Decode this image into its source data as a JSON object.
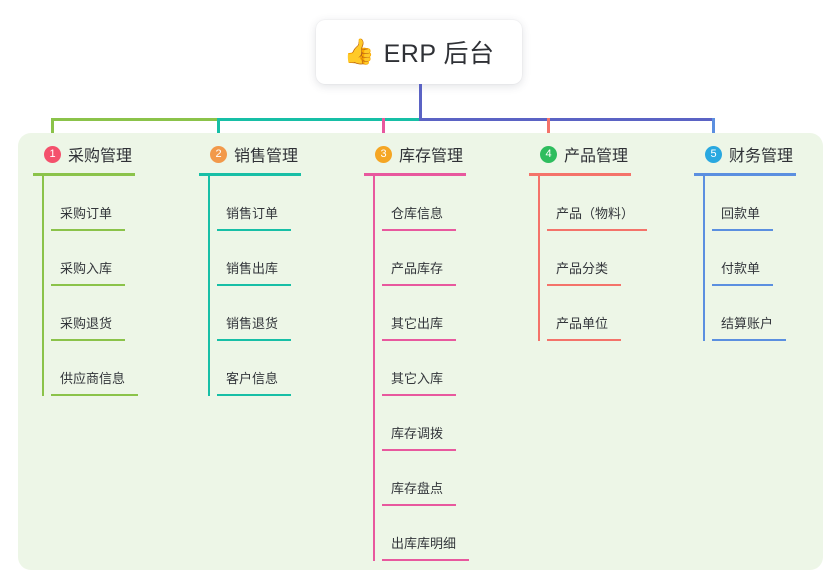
{
  "root": {
    "icon": "thumbs-up-icon",
    "emoji": "👍",
    "title": "ERP 后台"
  },
  "theme": {
    "panel_background": "#EDF6E7",
    "page_background": "#FFFFFF",
    "root_card_background": "#FFFFFF",
    "root_connector_color": "#5B63C4",
    "text_color": "#2F3136"
  },
  "bus": {
    "segments": [
      {
        "name": "bus-green",
        "color": "#8BC34A"
      },
      {
        "name": "bus-teal",
        "color": "#17BFA6"
      },
      {
        "name": "bus-blue",
        "color": "#5B63C4"
      }
    ]
  },
  "columns": [
    {
      "number": "1",
      "title": "采购管理",
      "badge_color": "#F4516C",
      "line_color": "#8BC34A",
      "drop_color": "#8BC34A",
      "items": [
        {
          "label": "采购订单"
        },
        {
          "label": "采购入库"
        },
        {
          "label": "采购退货"
        },
        {
          "label": "供应商信息"
        }
      ]
    },
    {
      "number": "2",
      "title": "销售管理",
      "badge_color": "#F2994A",
      "line_color": "#17BFA6",
      "drop_color": "#17BFA6",
      "items": [
        {
          "label": "销售订单"
        },
        {
          "label": "销售出库"
        },
        {
          "label": "销售退货"
        },
        {
          "label": "客户信息"
        }
      ]
    },
    {
      "number": "3",
      "title": "库存管理",
      "badge_color": "#F5A623",
      "line_color": "#E8589E",
      "drop_color": "#E8589E",
      "items": [
        {
          "label": "仓库信息"
        },
        {
          "label": "产品库存"
        },
        {
          "label": "其它出库"
        },
        {
          "label": "其它入库"
        },
        {
          "label": "库存调拨"
        },
        {
          "label": "库存盘点"
        },
        {
          "label": "出库库明细"
        }
      ]
    },
    {
      "number": "4",
      "title": "产品管理",
      "badge_color": "#2EBD5E",
      "line_color": "#F4736A",
      "drop_color": "#F4736A",
      "items": [
        {
          "label": "产品（物料）"
        },
        {
          "label": "产品分类"
        },
        {
          "label": "产品单位"
        }
      ]
    },
    {
      "number": "5",
      "title": "财务管理",
      "badge_color": "#29A8E0",
      "line_color": "#5B8FE0",
      "drop_color": "#5B8FE0",
      "items": [
        {
          "label": "回款单"
        },
        {
          "label": "付款单"
        },
        {
          "label": "结算账户"
        }
      ]
    }
  ]
}
